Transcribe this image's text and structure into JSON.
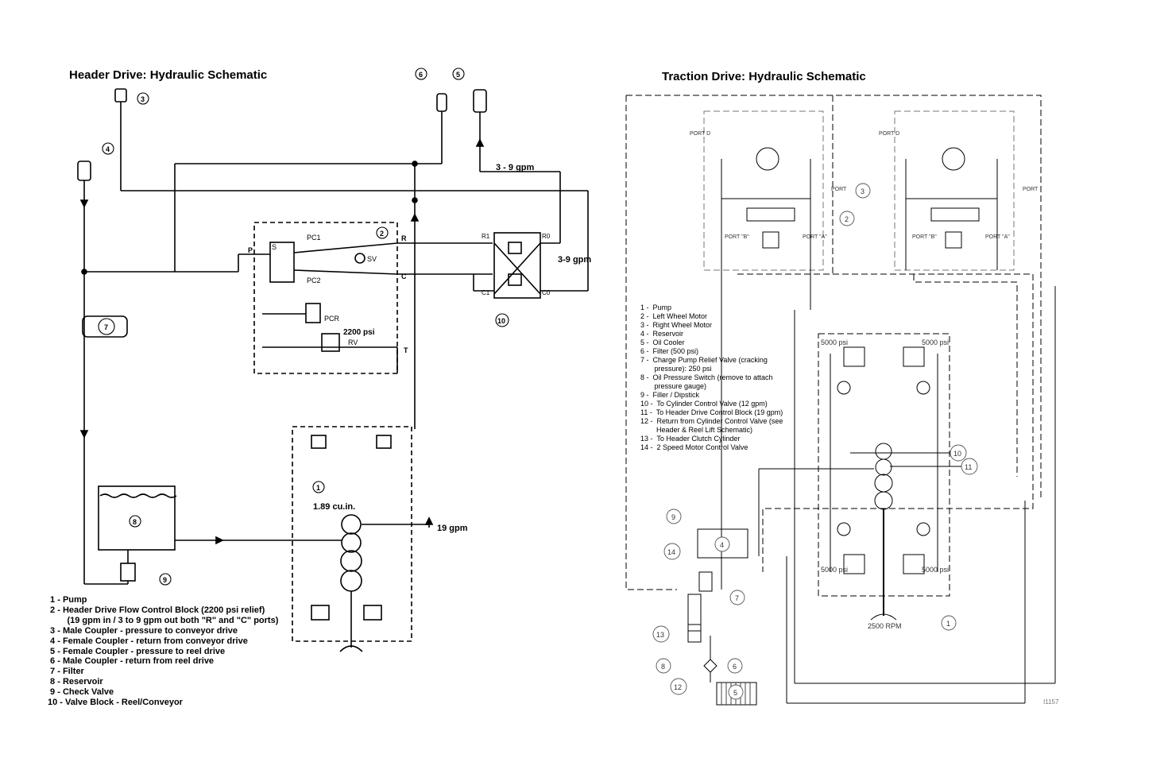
{
  "left_panel": {
    "title": "Header Drive: Hydraulic Schematic",
    "flow_labels": [
      "3 - 9 gpm",
      "3-9 gpm",
      "19 gpm"
    ],
    "pump_displacement": "1.89 cu.in.",
    "relief_pressure": "2200 psi",
    "port_labels": [
      "P",
      "R",
      "C",
      "T",
      "R1",
      "R0",
      "C1",
      "C0",
      "S",
      "PC1",
      "PC2",
      "SV",
      "PCR",
      "RV"
    ],
    "callouts": [
      "1",
      "2",
      "3",
      "4",
      "5",
      "6",
      "7",
      "8",
      "9",
      "10"
    ],
    "legend": [
      " 1 - Pump",
      " 2 - Header Drive Flow Control Block (2200 psi relief)",
      "        (19 gpm in / 3 to 9 gpm out both \"R\" and \"C\" ports)",
      " 3 - Male Coupler - pressure to conveyor drive",
      " 4 - Female Coupler - return from conveyor drive",
      " 5 - Female Coupler - pressure to reel drive",
      " 6 - Male Coupler - return from reel drive",
      " 7 - Filter",
      " 8 - Reservoir",
      " 9 - Check Valve",
      "10 - Valve Block - Reel/Conveyor"
    ]
  },
  "right_panel": {
    "title": "Traction Drive: Hydraulic Schematic",
    "pressure_labels": [
      "5000 psi",
      "5000 psi",
      "5000 psi",
      "5000 psi"
    ],
    "rpm_label": "2500 RPM",
    "port_labels": [
      "PORT \"B\"",
      "PORT \"A\"",
      "PORT D",
      "PORT"
    ],
    "drawing_number": "I1157",
    "callouts": [
      "1",
      "2",
      "3",
      "4",
      "5",
      "6",
      "7",
      "8",
      "9",
      "10",
      "11",
      "12",
      "13",
      "14"
    ],
    "legend": [
      "1 -  Pump",
      "2 -  Left Wheel Motor",
      "3 -  Right Wheel Motor",
      "4 -  Reservoir",
      "5 -  Oil Cooler",
      "6 -  Filter (500 psi)",
      "7 -  Charge Pump Relief Valve (cracking",
      "       pressure): 250 psi",
      "8 -  Oil Pressure Switch (remove to attach",
      "       pressure gauge)",
      "9 -  Filler / Dipstick",
      "10 -  To Cylinder Control Valve (12 gpm)",
      "11 -  To Header Drive Control Block (19 gpm)",
      "12 -  Return from Cylinder Control Valve (see",
      "        Header & Reel Lift Schematic)",
      "13 -  To Header Clutch Cylinder",
      "14 -  2 Speed Motor Control Valve"
    ]
  },
  "colors": {
    "line": "#000000",
    "background": "#ffffff"
  }
}
